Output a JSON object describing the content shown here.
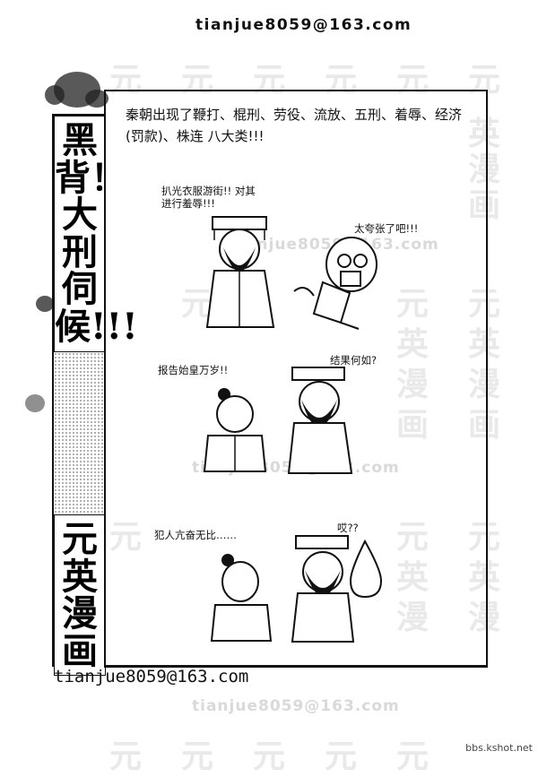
{
  "header": {
    "email": "tianjue8059@163.com"
  },
  "watermark": {
    "chars": [
      "元",
      "英",
      "漫",
      "画"
    ],
    "email": "tianjue8059@163.com"
  },
  "sidebar": {
    "title": "黑背！大刑伺候!!!",
    "publisher": "元英漫画"
  },
  "comic": {
    "caption": "秦朝出现了鞭打、棍刑、劳役、流放、五刑、着辱、经济(罚款)、株连 八大类!!!",
    "panels": [
      {
        "bubbles": [
          "扒光衣服游街!! 对其进行羞辱!!!",
          "太夸张了吧!!!"
        ]
      },
      {
        "bubbles": [
          "报告始皇万岁!!",
          "结果何如?"
        ]
      },
      {
        "bubbles": [
          "犯人亢奋无比……",
          "哎??"
        ]
      }
    ]
  },
  "footer": {
    "email": "tianjue8059@163.com",
    "site": "bbs.kshot.net"
  }
}
